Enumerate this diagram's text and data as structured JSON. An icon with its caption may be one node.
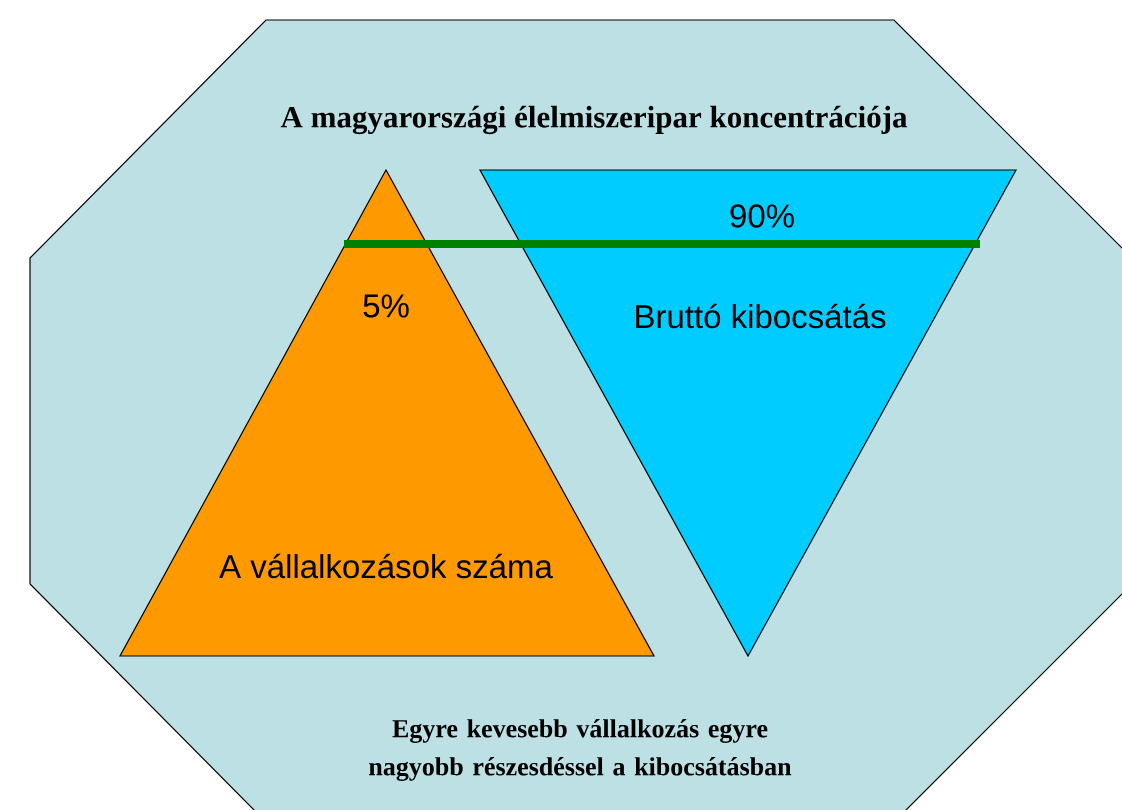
{
  "diagram": {
    "nodes": [
      {
        "text": [
          "A magyarországi élelmiszeripar koncentrációja",
          "Egyre kevesebb vállalkozás egyre nagyobb részesdéssel a kibocsátásban"
        ]
      },
      {
        "text": [
          "5%",
          "A vállalkozások száma"
        ],
        "in": 0
      },
      {
        "text": [
          "90%",
          "Bruttó kibocsátás"
        ],
        "in": 0
      }
    ],
    "edges": [
      {
        "from": 1,
        "to": 2,
        "arrow": "none",
        "color": "#008000"
      }
    ]
  }
}
